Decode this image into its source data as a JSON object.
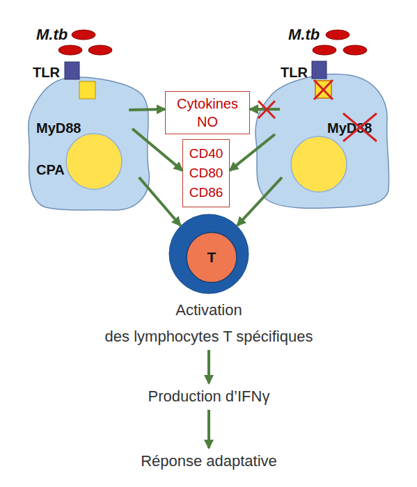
{
  "diagram": {
    "nodes": [
      {
        "text": [
          "MyD88",
          "CPA"
        ]
      },
      {
        "text": [
          "MyD88"
        ]
      },
      {
        "text": [
          "Cytokines NO"
        ]
      },
      {
        "text": [
          "CD40 CD80 CD86"
        ]
      },
      {
        "text": [
          "T"
        ]
      },
      {
        "text": [
          "Activation des lymphocytes T spécifiques"
        ]
      },
      {
        "text": [
          "Production d’IFNγ"
        ]
      },
      {
        "text": [
          "Réponse adaptative"
        ]
      }
    ],
    "edges": [
      {
        "from": 0,
        "to": 2,
        "arrow": "to"
      },
      {
        "from": 1,
        "to": 2,
        "arrow": "to"
      },
      {
        "from": 0,
        "to": 3,
        "arrow": "to"
      },
      {
        "from": 1,
        "to": 3,
        "arrow": "to"
      },
      {
        "from": 0,
        "to": 4,
        "arrow": "to"
      },
      {
        "from": 1,
        "to": 4,
        "arrow": "to"
      },
      {
        "from": 5,
        "to": 6,
        "arrow": "to"
      },
      {
        "from": 6,
        "to": 7,
        "arrow": "to"
      }
    ],
    "labels": [
      "M.tb",
      "TLR",
      "M.tb",
      "TLR"
    ]
  }
}
